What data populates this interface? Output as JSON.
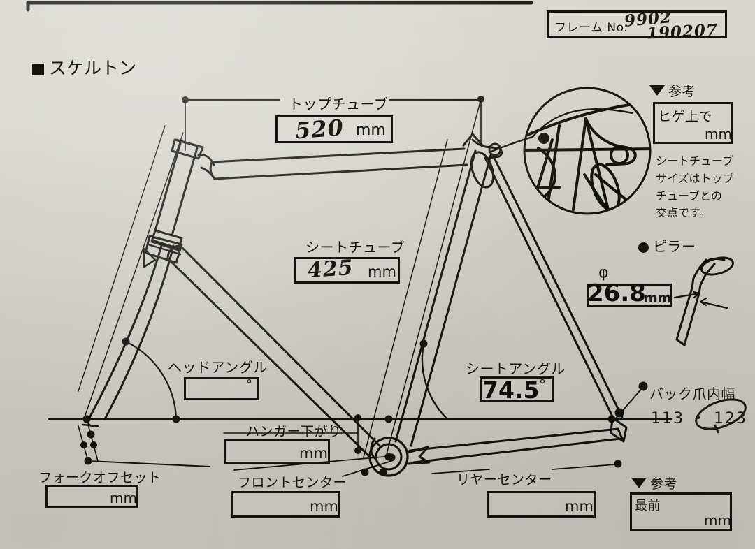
{
  "document": {
    "title": "スケルトン",
    "title_marker": "■"
  },
  "frame_no": {
    "label": "フレーム No.",
    "value_line1": "9902",
    "value_line2": "190207"
  },
  "measurements": {
    "top_tube": {
      "label": "トップチューブ",
      "value": "520",
      "unit": "mm",
      "handwritten": true
    },
    "seat_tube": {
      "label": "シートチューブ",
      "value": "425",
      "unit": "mm",
      "handwritten": true
    },
    "head_angle": {
      "label": "ヘッドアングル",
      "value": "",
      "unit": "°",
      "handwritten": false
    },
    "seat_angle": {
      "label": "シートアングル",
      "value": "74.5",
      "unit": "°",
      "handwritten": false
    },
    "hanger_drop": {
      "label": "ハンガー下がり",
      "value": "",
      "unit": "mm"
    },
    "fork_offset": {
      "label": "フォークオフセット",
      "value": "",
      "unit": "mm"
    },
    "front_center": {
      "label": "フロントセンター",
      "value": "",
      "unit": "mm"
    },
    "rear_center": {
      "label": "リヤーセンター",
      "value": "",
      "unit": "mm"
    }
  },
  "reference_top": {
    "marker": "▼",
    "label": "参考",
    "box_label": "ヒゲ上で",
    "value": "",
    "unit": "mm",
    "note": "シートチューブ\nサイズはトップ\nチューブとの\n交点です。"
  },
  "pillar": {
    "marker": "●",
    "label": "ピラー",
    "diameter_symbol": "φ",
    "value": "26.8",
    "unit": "mm"
  },
  "back_dropout": {
    "label": "バック爪内幅",
    "options": "113 ・ 123",
    "selected": "123",
    "circled": true
  },
  "reference_bottom": {
    "marker": "▼",
    "label": "参考",
    "box_label": "最前",
    "value": "",
    "unit": "mm"
  },
  "colors": {
    "paper": "#d4d2cb",
    "ink": "#15140f",
    "handwriting": "#1b1a15"
  }
}
